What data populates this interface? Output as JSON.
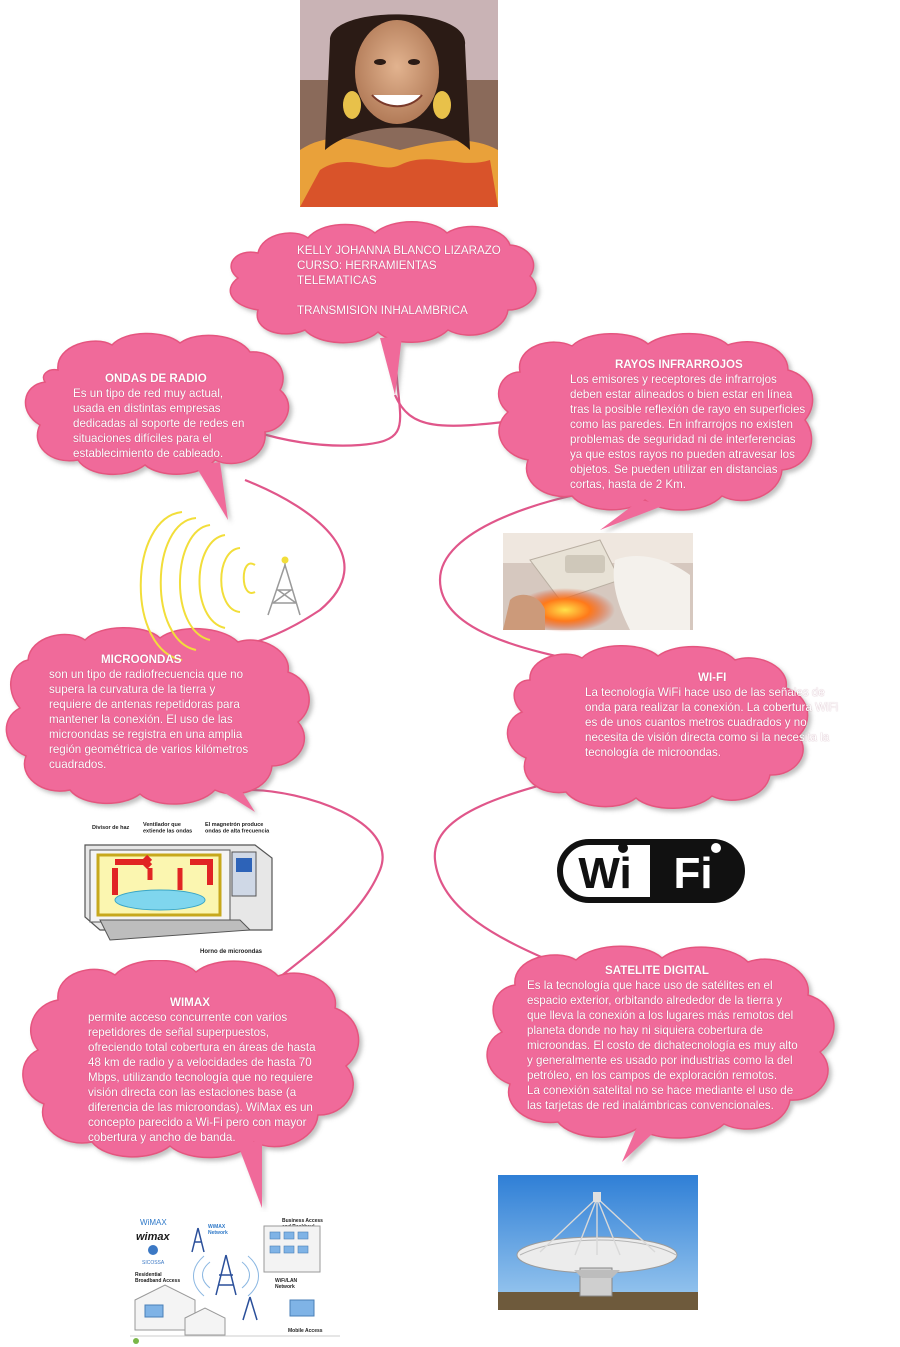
{
  "colors": {
    "cloud_fill": "#f06b9a",
    "cloud_edge": "#e5557f",
    "connector": "#e0568a",
    "text": "#ffffff"
  },
  "central": {
    "lines": [
      "KELLY JOHANNA BLANCO LIZARAZO",
      "CURSO: HERRAMIENTAS",
      "TELEMATICAS",
      "",
      "TRANSMISION INHALAMBRICA"
    ]
  },
  "nodes": {
    "ondas_radio": {
      "title": "ONDAS DE RADIO",
      "body": "Es un tipo de red muy actual,\nusada en distintas empresas\ndedicadas al soporte de redes en\nsituaciones difíciles para el\nestablecimiento de cableado."
    },
    "rayos_infrarrojos": {
      "title": "RAYOS INFRARROJOS",
      "body": "Los emisores y receptores de infrarrojos\ndeben estar alineados o bien estar en línea\ntras la posible reflexión de rayo en superficies\ncomo las paredes. En infrarrojos no existen\nproblemas de seguridad ni de interferencias\nya que estos rayos no pueden atravesar los\nobjetos. Se pueden utilizar en distancias\ncortas, hasta de 2 Km."
    },
    "microondas": {
      "title": "MICROONDAS",
      "body": "son un tipo de radiofrecuencia que no\nsupera la curvatura de la tierra y\nrequiere de antenas repetidoras para\nmantener la conexión. El uso de las\nmicroondas se registra en una amplia\nregión geométrica de varios kilómetros\ncuadrados."
    },
    "wifi": {
      "title": "WI-FI",
      "body": "La tecnología WiFi hace uso de las señales de\nonda para realizar la conexión. La cobertura WiFi\nes de unos cuantos metros cuadrados y no\nnecesita de visión directa como si la necesita la\ntecnología de microondas."
    },
    "wimax": {
      "title": "WIMAX",
      "body": "permite acceso concurrente con varios\nrepetidores de señal superpuestos,\nofreciendo total cobertura en áreas de hasta\n48 km de radio y a velocidades de hasta 70\nMbps, utilizando tecnología que no requiere\nvisión directa con las estaciones base (a\ndiferencia de las microondas). WiMax es un\nconcepto parecido a Wi-Fi pero con mayor\ncobertura y ancho de banda."
    },
    "satelite": {
      "title": "SATELITE DIGITAL",
      "body": "Es la tecnología que hace uso de satélites en el\nespacio exterior, orbitando alrededor de la tierra y\nque lleva la conexión a los lugares más remotos del\nplaneta donde no hay ni siquiera cobertura de\nmicroondas. El costo de dichatecnología es muy alto\ny generalmente es usado por industrias como la del\npetróleo, en los campos de exploración remotos.\nLa conexión satelital no se hace mediante el uso de\nlas tarjetas de red inalámbricas convencionales."
    }
  },
  "logo_wifi": {
    "left": "Wi",
    "right": "Fi"
  },
  "microwave_figure": {
    "labels": [
      "Divisor de haz",
      "Ventilador que\nextiende las ondas",
      "El magnetrón produce\nondas de alta frecuencia"
    ],
    "caption": "Horno de microondas"
  },
  "wimax_figure": {
    "logo_small": "WiMAX",
    "logo_big": "wimax",
    "logo_sub": "SICOSSA",
    "labels": [
      "WiMAX\nNetwork",
      "Business Access\nand Backhaul",
      "Residential\nBroadband Access",
      "WiFi/LAN\nNetwork",
      "Mobile Access"
    ]
  }
}
